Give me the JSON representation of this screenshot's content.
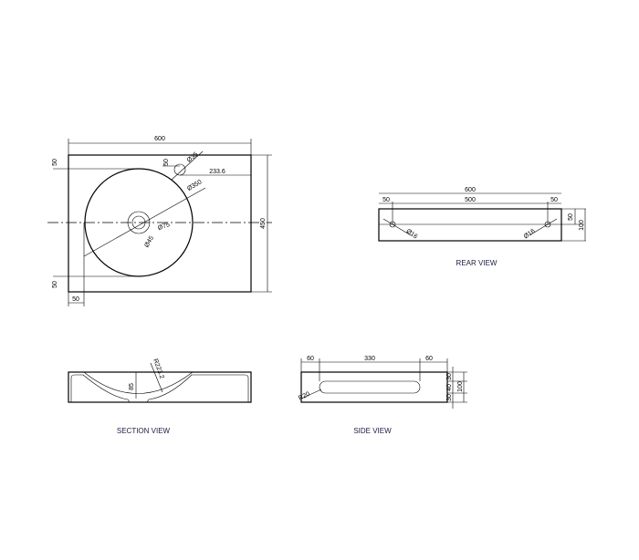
{
  "top_view": {
    "width": "600",
    "height": "450",
    "margin_top": "50",
    "margin_bottom": "50",
    "margin_left": "50",
    "tap_offset": "50",
    "tap_hole": "Ø35",
    "tap_distance": "233.6",
    "basin": "Ø350",
    "drain_outer": "Ø75",
    "drain_inner": "Ø45"
  },
  "rear_view": {
    "label": "REAR VIEW",
    "width": "600",
    "left": "50",
    "center": "500",
    "right": "50",
    "hole_left": "Ø16",
    "hole_right": "Ø16",
    "hole_height": "50",
    "height": "100"
  },
  "section_view": {
    "label": "SECTION VIEW",
    "depth": "85",
    "radius": "R223.2"
  },
  "side_view": {
    "label": "SIDE VIEW",
    "left": "60",
    "slot": "330",
    "right": "60",
    "radius": "R20",
    "v1": "30",
    "v2": "40",
    "v3": "30",
    "height": "100"
  }
}
